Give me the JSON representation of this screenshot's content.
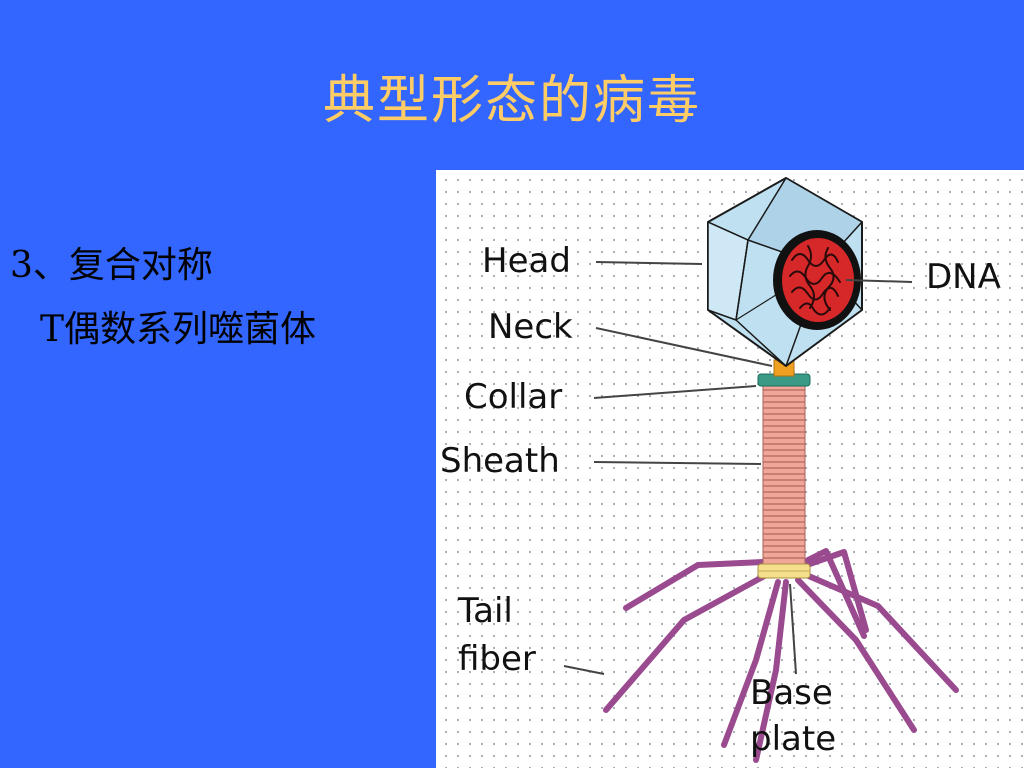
{
  "slide": {
    "title": "典型形态的病毒",
    "bullet_1": "3、复合对称",
    "bullet_2": "T偶数系列噬菌体"
  },
  "diagram": {
    "labels": {
      "head": "Head",
      "dna": "DNA",
      "neck": "Neck",
      "collar": "Collar",
      "sheath": "Sheath",
      "tail_fiber_1": "Tail",
      "tail_fiber_2": "fiber",
      "base_plate_1": "Base",
      "base_plate_2": "plate"
    },
    "colors": {
      "background": "#3366ff",
      "title": "#ffcc66",
      "head": "#bfe0f0",
      "dna": "#cc1f1f",
      "sheath": "#f0a79a",
      "collar": "#3a9a86",
      "neck": "#f0a020",
      "fiber": "#9a4a8e"
    }
  }
}
